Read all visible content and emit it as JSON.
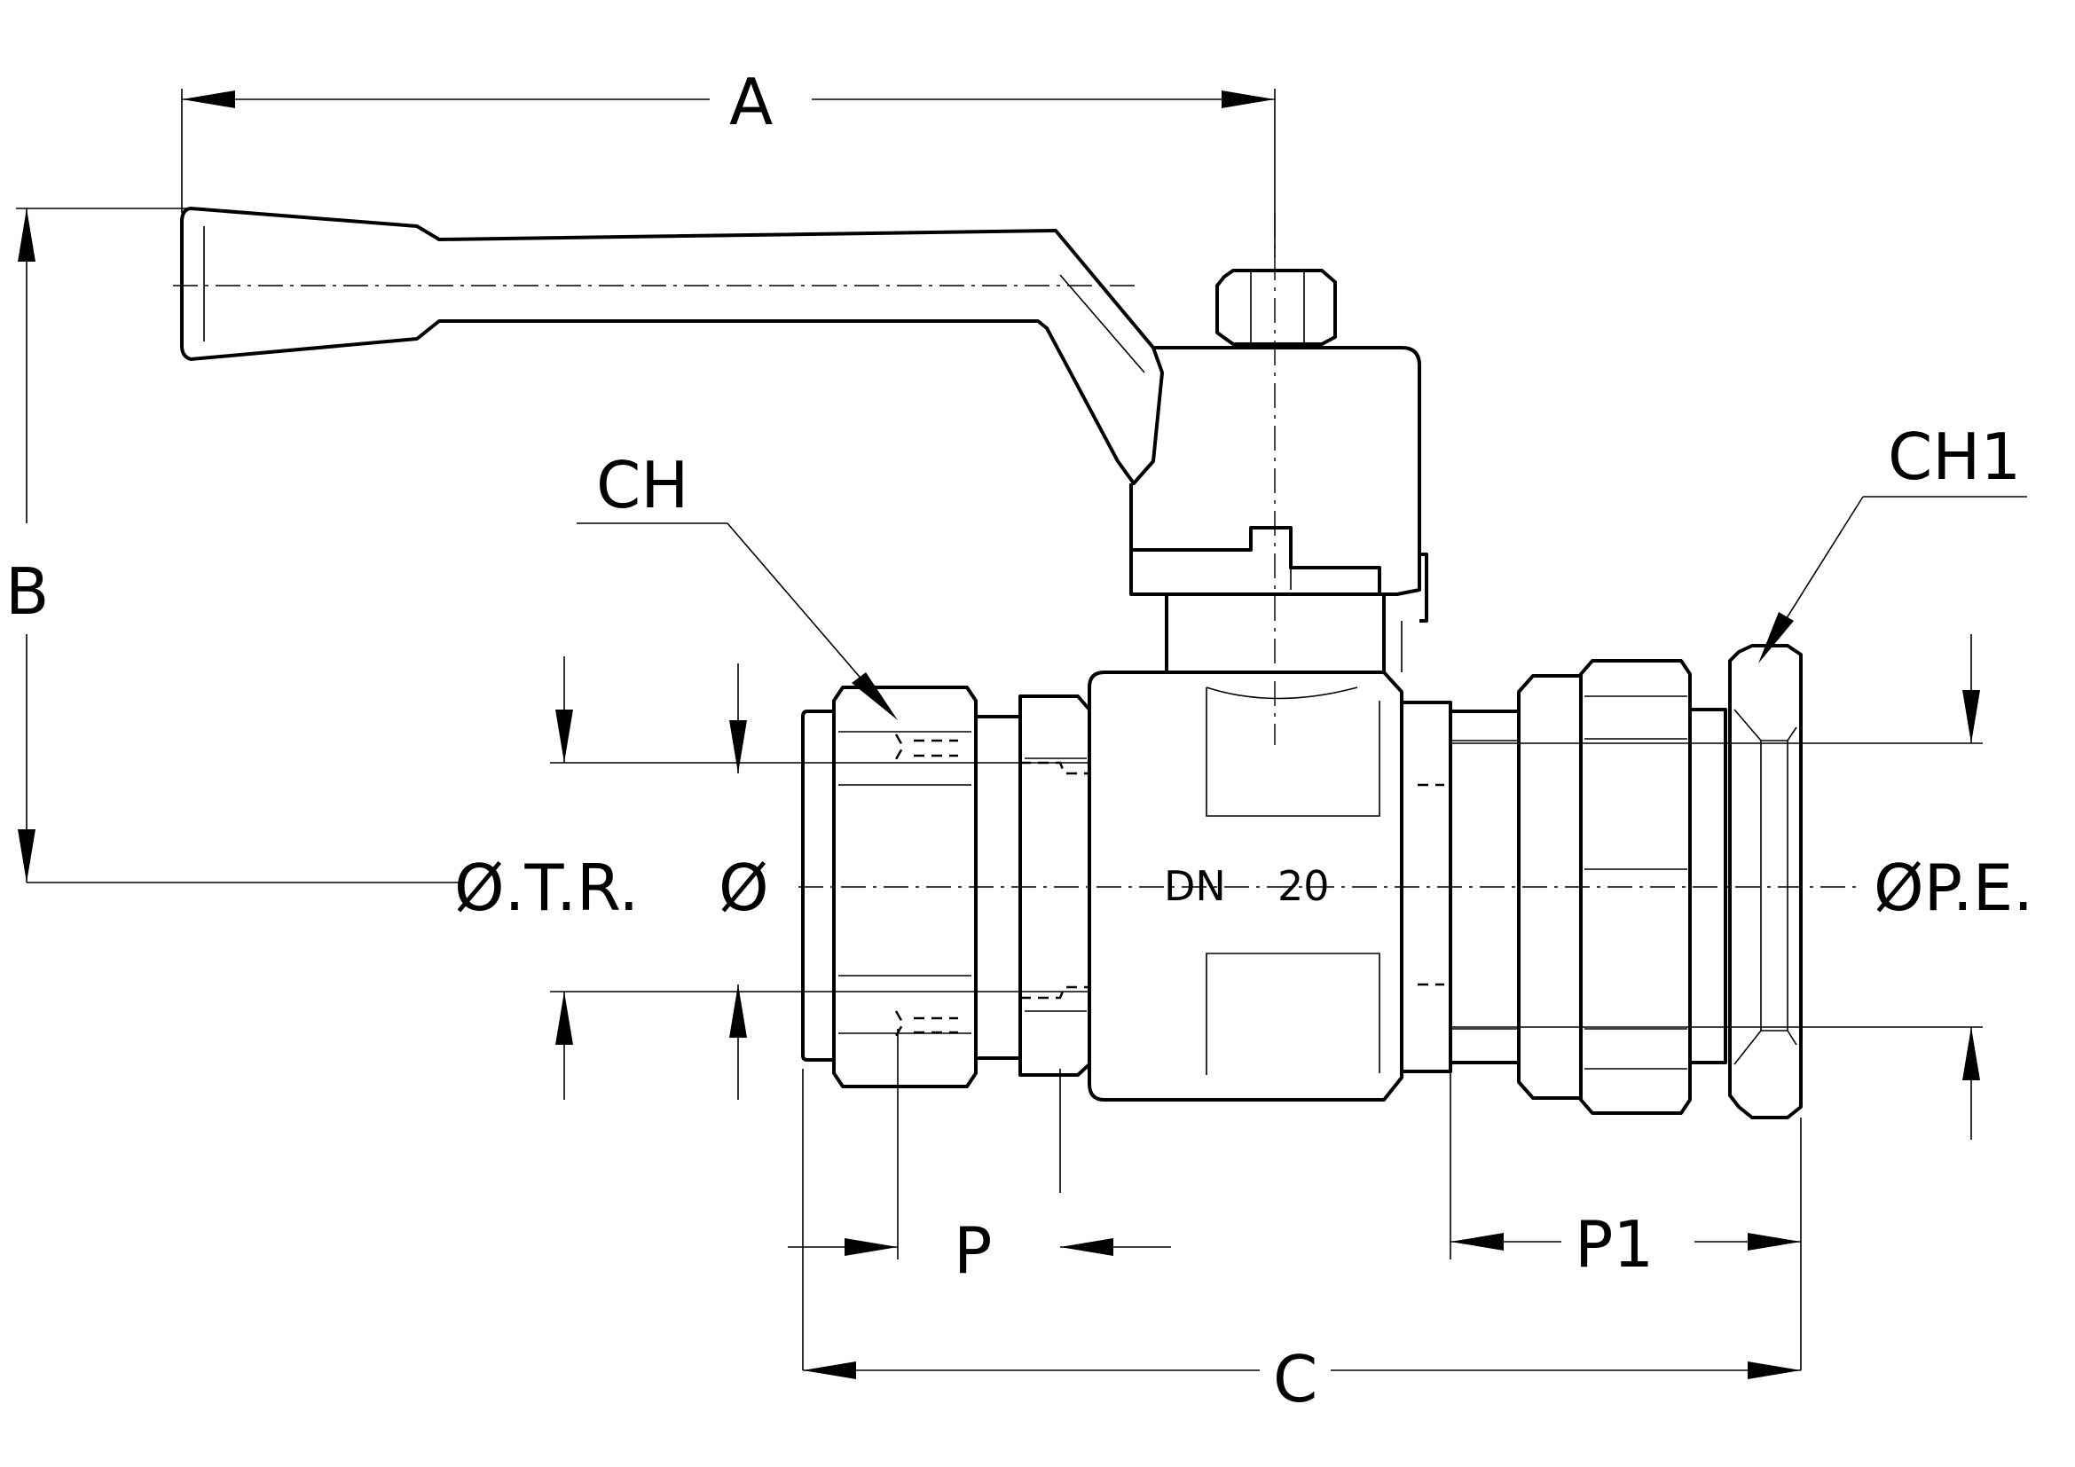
{
  "drawing": {
    "body_marking": {
      "dn": "DN",
      "size": "20"
    },
    "dimensions": {
      "a": "A",
      "b": "B",
      "c": "C",
      "p": "P",
      "p1": "P1",
      "ch": "CH",
      "ch1": "CH1",
      "otr": "Ø.T.R.",
      "o": "Ø",
      "ope": "ØP.E."
    }
  }
}
